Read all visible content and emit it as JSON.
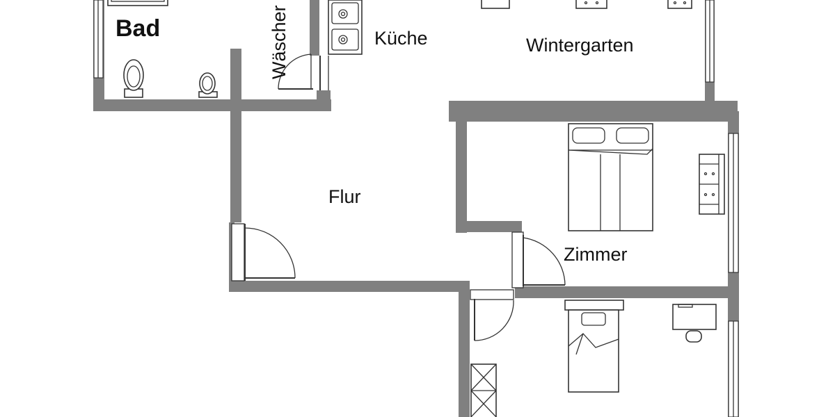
{
  "floorplan": {
    "rooms": {
      "bad": "Bad",
      "waesche": "Wäscher",
      "kueche": "Küche",
      "wintergarten": "Wintergarten",
      "flur": "Flur",
      "zimmer": "Zimmer"
    }
  },
  "colors": {
    "wall": "#808080",
    "line": "#333333",
    "text": "#111111"
  }
}
